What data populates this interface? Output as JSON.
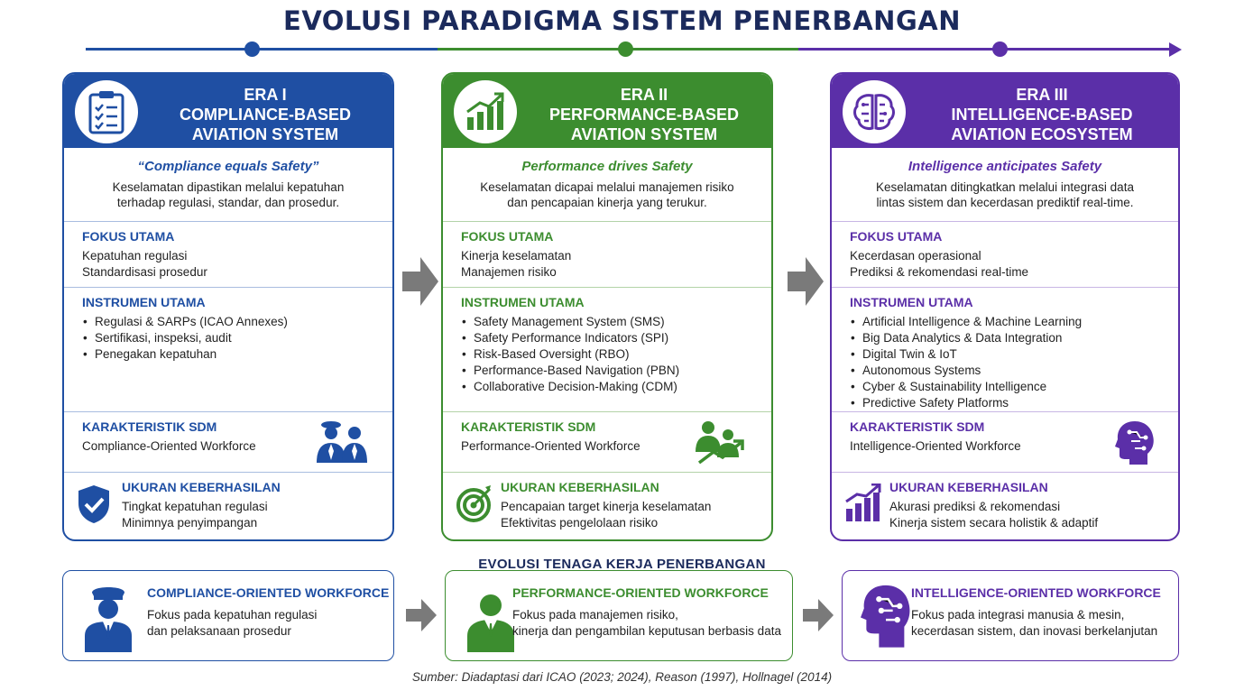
{
  "title": "EVOLUSI PARADIGMA SISTEM PENERBANGAN",
  "colors": {
    "era1": "#1f4fa3",
    "era2": "#3c8d2f",
    "era3": "#5b2fa8",
    "navy": "#1b2a5c",
    "arrow": "#7a7a7a"
  },
  "eras": [
    {
      "line1": "ERA I",
      "line2": "COMPLIANCE-BASED",
      "line3": "AVIATION SYSTEM",
      "icon": "clipboard-checklist-icon",
      "tagline": "“Compliance equals Safety”",
      "desc1": "Keselamatan dipastikan melalui kepatuhan",
      "desc2": "terhadap regulasi, standar, dan prosedur.",
      "fokus_label": "FOKUS UTAMA",
      "fokus": [
        "Kepatuhan regulasi",
        "Standardisasi prosedur"
      ],
      "instrumen_label": "INSTRUMEN UTAMA",
      "instrumen": [
        "Regulasi & SARPs (ICAO Annexes)",
        "Sertifikasi, inspeksi, audit",
        "Penegakan kepatuhan"
      ],
      "sdm_label": "KARAKTERISTIK SDM",
      "sdm": "Compliance-Oriented Workforce",
      "sdm_icon": "officers-icon",
      "ukuran_label": "UKURAN KEBERHASILAN",
      "ukuran": [
        "Tingkat kepatuhan regulasi",
        "Minimnya penyimpangan"
      ],
      "ukuran_icon": "shield-check-icon"
    },
    {
      "line1": "ERA II",
      "line2": "PERFORMANCE-BASED",
      "line3": "AVIATION SYSTEM",
      "icon": "growth-chart-icon",
      "tagline": "Performance drives Safety",
      "desc1": "Keselamatan dicapai melalui manajemen risiko",
      "desc2": "dan pencapaian kinerja yang terukur.",
      "fokus_label": "FOKUS UTAMA",
      "fokus": [
        "Kinerja keselamatan",
        "Manajemen risiko"
      ],
      "instrumen_label": "INSTRUMEN UTAMA",
      "instrumen": [
        "Safety Management System (SMS)",
        "Safety Performance Indicators (SPI)",
        "Risk-Based Oversight (RBO)",
        "Performance-Based Navigation (PBN)",
        "Collaborative Decision-Making (CDM)"
      ],
      "sdm_label": "KARAKTERISTIK SDM",
      "sdm": "Performance-Oriented Workforce",
      "sdm_icon": "team-growth-icon",
      "ukuran_label": "UKURAN KEBERHASILAN",
      "ukuran": [
        "Pencapaian target kinerja keselamatan",
        "Efektivitas pengelolaan risiko"
      ],
      "ukuran_icon": "target-icon"
    },
    {
      "line1": "ERA III",
      "line2": "INTELLIGENCE-BASED",
      "line3": "AVIATION ECOSYSTEM",
      "icon": "brain-circuit-icon",
      "tagline": "Intelligence anticipates Safety",
      "desc1": "Keselamatan ditingkatkan melalui integrasi data",
      "desc2": "lintas sistem dan kecerdasan prediktif real-time.",
      "fokus_label": "FOKUS UTAMA",
      "fokus": [
        "Kecerdasan operasional",
        "Prediksi & rekomendasi real-time"
      ],
      "instrumen_label": "INSTRUMEN UTAMA",
      "instrumen": [
        "Artificial Intelligence & Machine Learning",
        "Big Data Analytics & Data Integration",
        "Digital Twin & IoT",
        "Autonomous Systems",
        "Cyber & Sustainability Intelligence",
        "Predictive Safety Platforms"
      ],
      "sdm_label": "KARAKTERISTIK SDM",
      "sdm": "Intelligence-Oriented Workforce",
      "sdm_icon": "ai-head-icon",
      "ukuran_label": "UKURAN KEBERHASILAN",
      "ukuran": [
        "Akurasi prediksi & rekomendasi",
        "Kinerja sistem secara holistik & adaptif"
      ],
      "ukuran_icon": "bar-chart-rising-icon"
    }
  ],
  "workforce_title": "EVOLUSI TENAGA KERJA PENERBANGAN",
  "workforce": [
    {
      "title": "COMPLIANCE-ORIENTED WORKFORCE",
      "line1": "Fokus pada kepatuhan regulasi",
      "line2": "dan pelaksanaan prosedur",
      "icon": "pilot-icon"
    },
    {
      "title": "PERFORMANCE-ORIENTED WORKFORCE",
      "line1": "Fokus pada manajemen risiko,",
      "line2": "kinerja dan pengambilan keputusan berbasis data",
      "icon": "manager-icon"
    },
    {
      "title": "INTELLIGENCE-ORIENTED WORKFORCE",
      "line1": "Fokus pada integrasi manusia & mesin,",
      "line2": "kecerdasan sistem, dan inovasi berkelanjutan",
      "icon": "ai-head-icon"
    }
  ],
  "source": "Sumber: Diadaptasi dari ICAO (2023; 2024), Reason (1997), Hollnagel (2014)"
}
